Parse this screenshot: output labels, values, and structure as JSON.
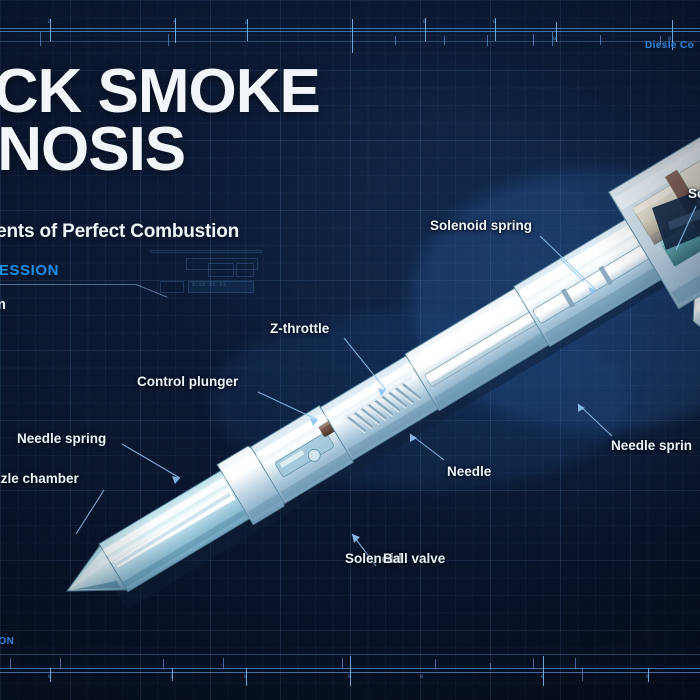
{
  "document": {
    "type": "blueprint-infographic",
    "subject": "Diesel fuel injector cutaway",
    "background_color": "#0a1830",
    "accent_color": "#1b8fe8",
    "label_color": "#eef4fb"
  },
  "header": {
    "title_line1": "ACK SMOKE",
    "title_line2": "GNOSIS",
    "subtitle": "lements of Perfect Combustion",
    "tagline": "COMPRESSION",
    "symptom_label": "mptom"
  },
  "corner_text": {
    "top_right": "Diesle Co",
    "bottom_left": "ESSION"
  },
  "callouts": [
    {
      "id": "solenoid-spring",
      "label": "Solenoid spring"
    },
    {
      "id": "solenoid-top-right",
      "label": "So"
    },
    {
      "id": "z-throttle",
      "label": "Z-throttle"
    },
    {
      "id": "control-plunger",
      "label": "Control plunger"
    },
    {
      "id": "needle-spring-left",
      "label": "Needle spring"
    },
    {
      "id": "nozzle-chamber",
      "label": "zzle chamber"
    },
    {
      "id": "needle",
      "label": "Needle"
    },
    {
      "id": "needle-spring-right",
      "label": "Needle sprin"
    },
    {
      "id": "solenoid-overlap",
      "label": "Solenoid"
    },
    {
      "id": "ball-valve",
      "label": "Ball valve"
    }
  ],
  "rulers": {
    "top_marks": [
      "6",
      "4",
      "0",
      "0",
      "0",
      "0",
      "8"
    ],
    "bottom_marks": [
      "0",
      "2",
      "0",
      "0",
      "0",
      "0",
      "0"
    ]
  }
}
